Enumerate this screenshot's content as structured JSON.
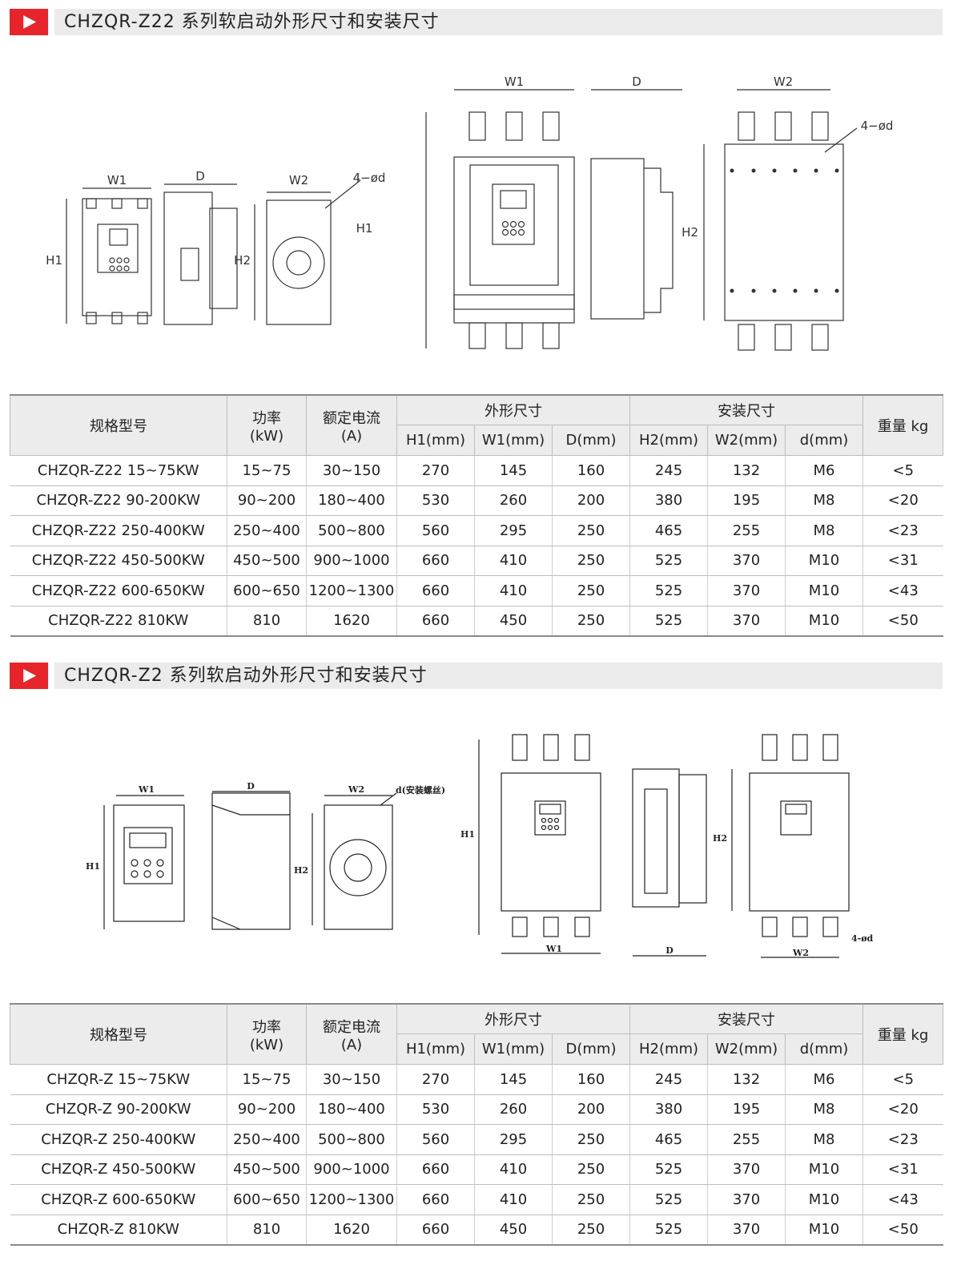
{
  "sections": [
    {
      "title": "CHZQR-Z22 系列软启动外形尺寸和安装尺寸",
      "drawing_labels": {
        "small": {
          "w1": "W1",
          "d": "D",
          "w2": "W2",
          "hole": "4−ød",
          "h1": "H1",
          "h2": "H2",
          "h1b": "H1"
        },
        "large": {
          "w1": "W1",
          "d": "D",
          "w2": "W2",
          "hole": "4−ød",
          "h2": "H2"
        }
      },
      "table": {
        "headers": {
          "model": "规格型号",
          "power": "功率",
          "power_unit": "(kW)",
          "current": "额定电流",
          "current_unit": "(A)",
          "outer": "外形尺寸",
          "install": "安装尺寸",
          "weight": "重量 kg",
          "h1": "H1(mm)",
          "w1": "W1(mm)",
          "d": "D(mm)",
          "h2": "H2(mm)",
          "w2": "W2(mm)",
          "dd": "d(mm)"
        },
        "rows": [
          [
            "CHZQR-Z22 15~75KW",
            "15~75",
            "30~150",
            "270",
            "145",
            "160",
            "245",
            "132",
            "M6",
            "<5"
          ],
          [
            "CHZQR-Z22 90-200KW",
            "90~200",
            "180~400",
            "530",
            "260",
            "200",
            "380",
            "195",
            "M8",
            "<20"
          ],
          [
            "CHZQR-Z22 250-400KW",
            "250~400",
            "500~800",
            "560",
            "295",
            "250",
            "465",
            "255",
            "M8",
            "<23"
          ],
          [
            "CHZQR-Z22 450-500KW",
            "450~500",
            "900~1000",
            "660",
            "410",
            "250",
            "525",
            "370",
            "M10",
            "<31"
          ],
          [
            "CHZQR-Z22 600-650KW",
            "600~650",
            "1200~1300",
            "660",
            "410",
            "250",
            "525",
            "370",
            "M10",
            "<43"
          ],
          [
            "CHZQR-Z22 810KW",
            "810",
            "1620",
            "660",
            "450",
            "250",
            "525",
            "370",
            "M10",
            "<50"
          ]
        ]
      }
    },
    {
      "title": "CHZQR-Z2 系列软启动外形尺寸和安装尺寸",
      "drawing_labels": {
        "small": {
          "w1": "W1",
          "d": "D",
          "w2": "W2",
          "hole": "d(安装螺丝)",
          "h1": "H1",
          "h2": "H2"
        },
        "large": {
          "w1": "W1",
          "d": "D",
          "w2": "W2",
          "hole": "4-ød",
          "h1": "H1",
          "h2": "H2"
        }
      },
      "table": {
        "headers": {
          "model": "规格型号",
          "power": "功率",
          "power_unit": "(kW)",
          "current": "额定电流",
          "current_unit": "(A)",
          "outer": "外形尺寸",
          "install": "安装尺寸",
          "weight": "重量 kg",
          "h1": "H1(mm)",
          "w1": "W1(mm)",
          "d": "D(mm)",
          "h2": "H2(mm)",
          "w2": "W2(mm)",
          "dd": "d(mm)"
        },
        "rows": [
          [
            "CHZQR-Z 15~75KW",
            "15~75",
            "30~150",
            "270",
            "145",
            "160",
            "245",
            "132",
            "M6",
            "<5"
          ],
          [
            "CHZQR-Z 90-200KW",
            "90~200",
            "180~400",
            "530",
            "260",
            "200",
            "380",
            "195",
            "M8",
            "<20"
          ],
          [
            "CHZQR-Z 250-400KW",
            "250~400",
            "500~800",
            "560",
            "295",
            "250",
            "465",
            "255",
            "M8",
            "<23"
          ],
          [
            "CHZQR-Z 450-500KW",
            "450~500",
            "900~1000",
            "660",
            "410",
            "250",
            "525",
            "370",
            "M10",
            "<31"
          ],
          [
            "CHZQR-Z 600-650KW",
            "600~650",
            "1200~1300",
            "660",
            "410",
            "250",
            "525",
            "370",
            "M10",
            "<43"
          ],
          [
            "CHZQR-Z 810KW",
            "810",
            "1620",
            "660",
            "450",
            "250",
            "525",
            "370",
            "M10",
            "<50"
          ]
        ]
      }
    }
  ],
  "colors": {
    "accent": "#e8242b",
    "header_bar": "#ebebeb",
    "table_header": "#ececec"
  }
}
